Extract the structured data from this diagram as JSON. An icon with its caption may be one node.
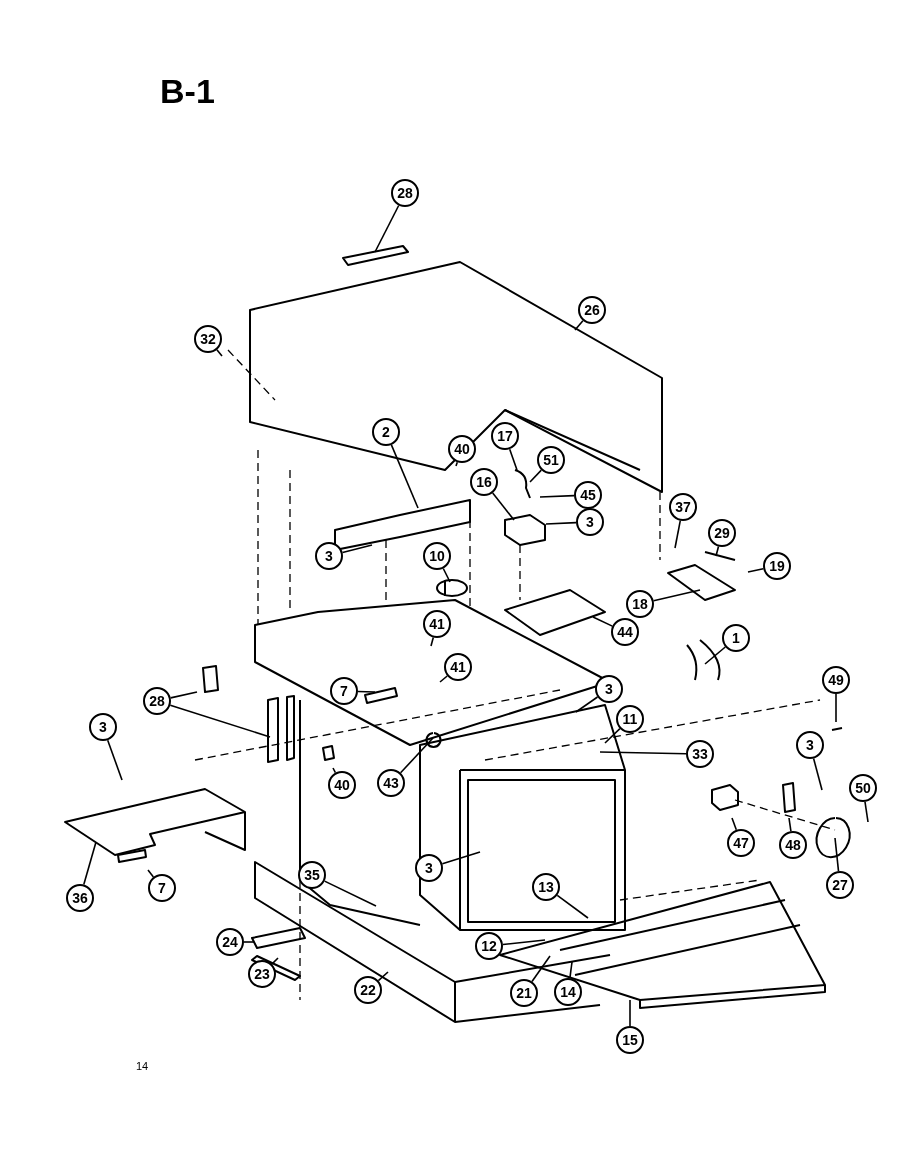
{
  "diagram": {
    "title": "B-1",
    "nodes": [
      {
        "text": [
          "28"
        ]
      },
      {
        "text": [
          "26"
        ]
      },
      {
        "text": [
          "32"
        ]
      },
      {
        "text": [
          "2"
        ]
      },
      {
        "text": [
          "40"
        ]
      },
      {
        "text": [
          "17"
        ]
      },
      {
        "text": [
          "51"
        ]
      },
      {
        "text": [
          "16"
        ]
      },
      {
        "text": [
          "45"
        ]
      },
      {
        "text": [
          "3"
        ]
      },
      {
        "text": [
          "3"
        ]
      },
      {
        "text": [
          "10"
        ]
      },
      {
        "text": [
          "37"
        ]
      },
      {
        "text": [
          "29"
        ]
      },
      {
        "text": [
          "19"
        ]
      },
      {
        "text": [
          "18"
        ]
      },
      {
        "text": [
          "44"
        ]
      },
      {
        "text": [
          "1"
        ]
      },
      {
        "text": [
          "41"
        ]
      },
      {
        "text": [
          "28"
        ]
      },
      {
        "text": [
          "7"
        ]
      },
      {
        "text": [
          "41"
        ]
      },
      {
        "text": [
          "3"
        ]
      },
      {
        "text": [
          "11"
        ]
      },
      {
        "text": [
          "33"
        ]
      },
      {
        "text": [
          "49"
        ]
      },
      {
        "text": [
          "3"
        ]
      },
      {
        "text": [
          "50"
        ]
      },
      {
        "text": [
          "3"
        ]
      },
      {
        "text": [
          "40"
        ]
      },
      {
        "text": [
          "43"
        ]
      },
      {
        "text": [
          "36"
        ]
      },
      {
        "text": [
          "7"
        ]
      },
      {
        "text": [
          "47"
        ]
      },
      {
        "text": [
          "48"
        ]
      },
      {
        "text": [
          "27"
        ]
      },
      {
        "text": [
          "3"
        ]
      },
      {
        "text": [
          "13"
        ]
      },
      {
        "text": [
          "35"
        ]
      },
      {
        "text": [
          "12"
        ]
      },
      {
        "text": [
          "24"
        ]
      },
      {
        "text": [
          "23"
        ]
      },
      {
        "text": [
          "22"
        ]
      },
      {
        "text": [
          "21"
        ]
      },
      {
        "text": [
          "14"
        ]
      },
      {
        "text": [
          "15"
        ]
      }
    ],
    "edges": [
      {
        "from": 0,
        "to": null,
        "arrow": "none"
      },
      {
        "from": 1,
        "to": null,
        "arrow": "none"
      },
      {
        "from": 2,
        "to": null,
        "arrow": "none"
      },
      {
        "from": 3,
        "to": null,
        "arrow": "none"
      },
      {
        "from": 4,
        "to": null,
        "arrow": "none"
      },
      {
        "from": 5,
        "to": null,
        "arrow": "none"
      },
      {
        "from": 6,
        "to": null,
        "arrow": "none"
      },
      {
        "from": 7,
        "to": null,
        "arrow": "none"
      },
      {
        "from": 8,
        "to": null,
        "arrow": "none"
      },
      {
        "from": 9,
        "to": null,
        "arrow": "none"
      },
      {
        "from": 10,
        "to": null,
        "arrow": "none"
      },
      {
        "from": 11,
        "to": null,
        "arrow": "none"
      },
      {
        "from": 12,
        "to": null,
        "arrow": "none"
      },
      {
        "from": 13,
        "to": null,
        "arrow": "none"
      },
      {
        "from": 14,
        "to": null,
        "arrow": "none"
      },
      {
        "from": 15,
        "to": null,
        "arrow": "none"
      },
      {
        "from": 16,
        "to": null,
        "arrow": "none"
      },
      {
        "from": 17,
        "to": null,
        "arrow": "none"
      },
      {
        "from": 18,
        "to": null,
        "arrow": "none"
      },
      {
        "from": 19,
        "to": null,
        "arrow": "none"
      },
      {
        "from": 19,
        "to": null,
        "arrow": "none"
      },
      {
        "from": 20,
        "to": null,
        "arrow": "none"
      },
      {
        "from": 21,
        "to": null,
        "arrow": "none"
      },
      {
        "from": 22,
        "to": null,
        "arrow": "none"
      },
      {
        "from": 23,
        "to": null,
        "arrow": "none"
      },
      {
        "from": 24,
        "to": null,
        "arrow": "none"
      },
      {
        "from": 25,
        "to": null,
        "arrow": "none"
      },
      {
        "from": 26,
        "to": null,
        "arrow": "none"
      },
      {
        "from": 27,
        "to": null,
        "arrow": "none"
      },
      {
        "from": 28,
        "to": null,
        "arrow": "none"
      },
      {
        "from": 29,
        "to": null,
        "arrow": "none"
      },
      {
        "from": 30,
        "to": null,
        "arrow": "none"
      },
      {
        "from": 31,
        "to": null,
        "arrow": "none"
      },
      {
        "from": 32,
        "to": null,
        "arrow": "none"
      },
      {
        "from": 33,
        "to": null,
        "arrow": "none"
      },
      {
        "from": 34,
        "to": null,
        "arrow": "none"
      },
      {
        "from": 35,
        "to": null,
        "arrow": "none"
      },
      {
        "from": 36,
        "to": null,
        "arrow": "none"
      },
      {
        "from": 37,
        "to": null,
        "arrow": "none"
      },
      {
        "from": 38,
        "to": null,
        "arrow": "none"
      },
      {
        "from": 39,
        "to": null,
        "arrow": "none"
      },
      {
        "from": 40,
        "to": null,
        "arrow": "none"
      },
      {
        "from": 41,
        "to": null,
        "arrow": "none"
      },
      {
        "from": 42,
        "to": null,
        "arrow": "none"
      },
      {
        "from": 43,
        "to": null,
        "arrow": "none"
      },
      {
        "from": 44,
        "to": null,
        "arrow": "none"
      },
      {
        "from": 45,
        "to": null,
        "arrow": "none"
      }
    ],
    "labels": [
      "14"
    ]
  }
}
